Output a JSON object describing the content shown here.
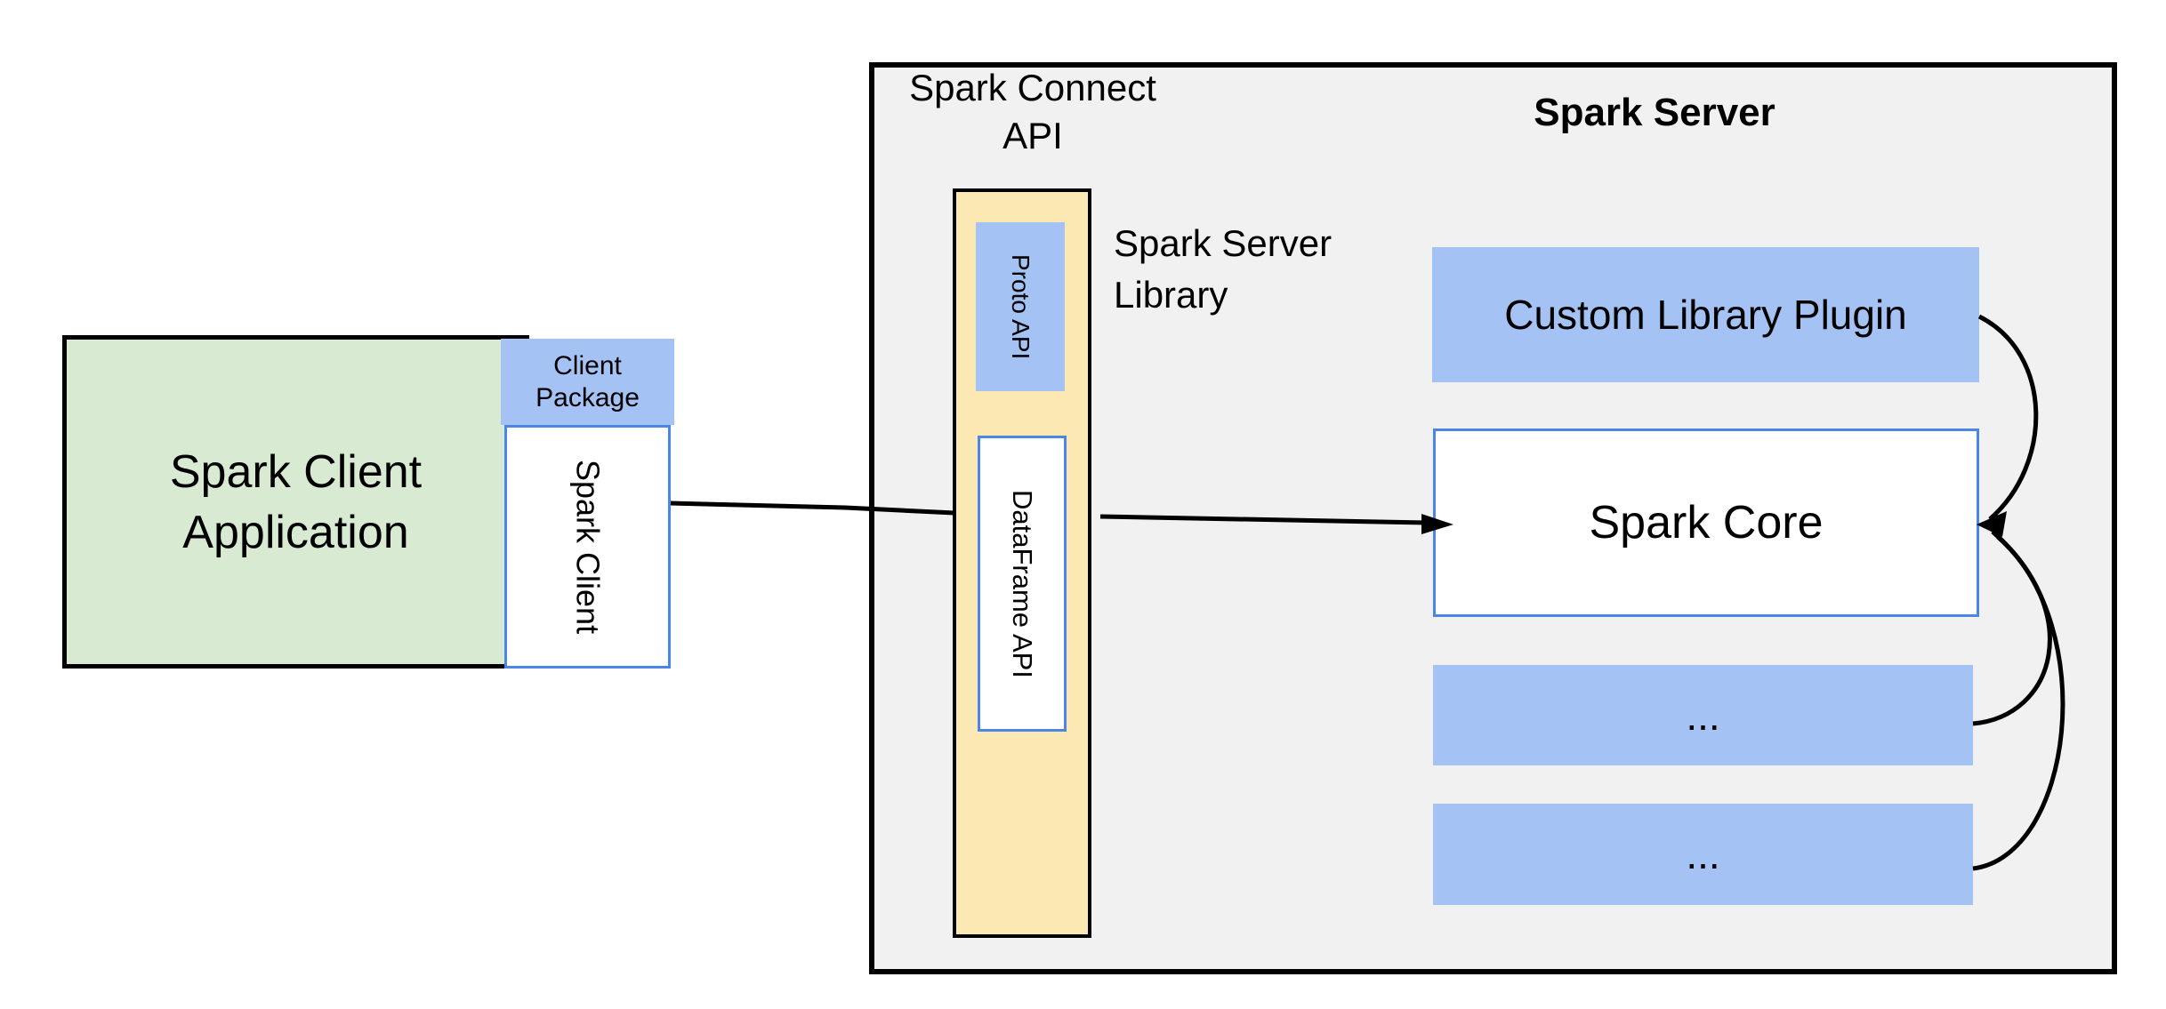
{
  "diagram": {
    "client_group": {
      "application_label": "Spark Client\nApplication",
      "client_package_label": "Client\nPackage",
      "spark_client_label": "Spark Client"
    },
    "connect_column": {
      "title": "Spark Connect\nAPI",
      "proto_api_label": "Proto API",
      "dataframe_api_label": "DataFrame API",
      "library_caption": "Spark Server\nLibrary"
    },
    "server_group": {
      "title": "Spark Server",
      "custom_library_plugin_label": "Custom Library Plugin",
      "spark_core_label": "Spark Core",
      "module_placeholder_1": "...",
      "module_placeholder_2": "..."
    },
    "colors": {
      "client_app_fill": "#d9ead3",
      "blue_fill": "#a4c2f4",
      "blue_border": "#4a86e8",
      "connect_column_fill": "#fce8b2",
      "server_fill": "#f1f1f2",
      "outline": "#000000",
      "arrow": "#000000",
      "background": "#ffffff"
    }
  }
}
